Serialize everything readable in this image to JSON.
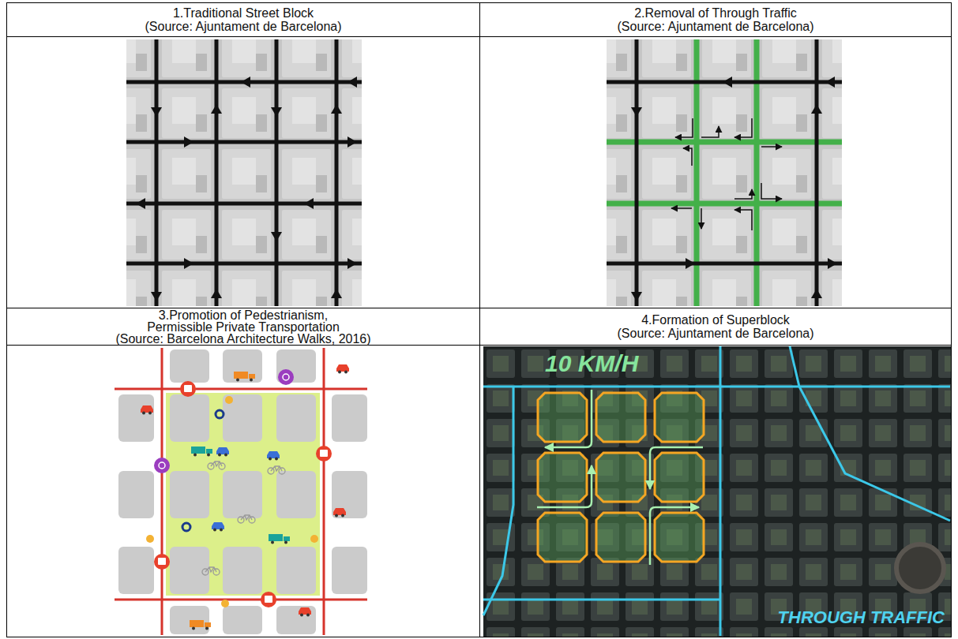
{
  "diagram": {
    "nodes": [
      {
        "text": [
          "1.Traditional Street Block",
          "(Source: Ajuntament de Barcelona)"
        ]
      },
      {
        "text": [
          "2.Removal of Through Traffic",
          "(Source: Ajuntament de Barcelona)"
        ]
      },
      {
        "text": [
          "3.Promotion of Pedestrianism, Permissible Private Transportation",
          "(Source: Barcelona Architecture Walks, 2016)"
        ]
      },
      {
        "text": [
          "4.Formation of Superblock",
          "(Source: Ajuntament de Barcelona)"
        ]
      }
    ],
    "labels": [
      "10 KM/H",
      "THROUGH TRAFFIC"
    ]
  }
}
